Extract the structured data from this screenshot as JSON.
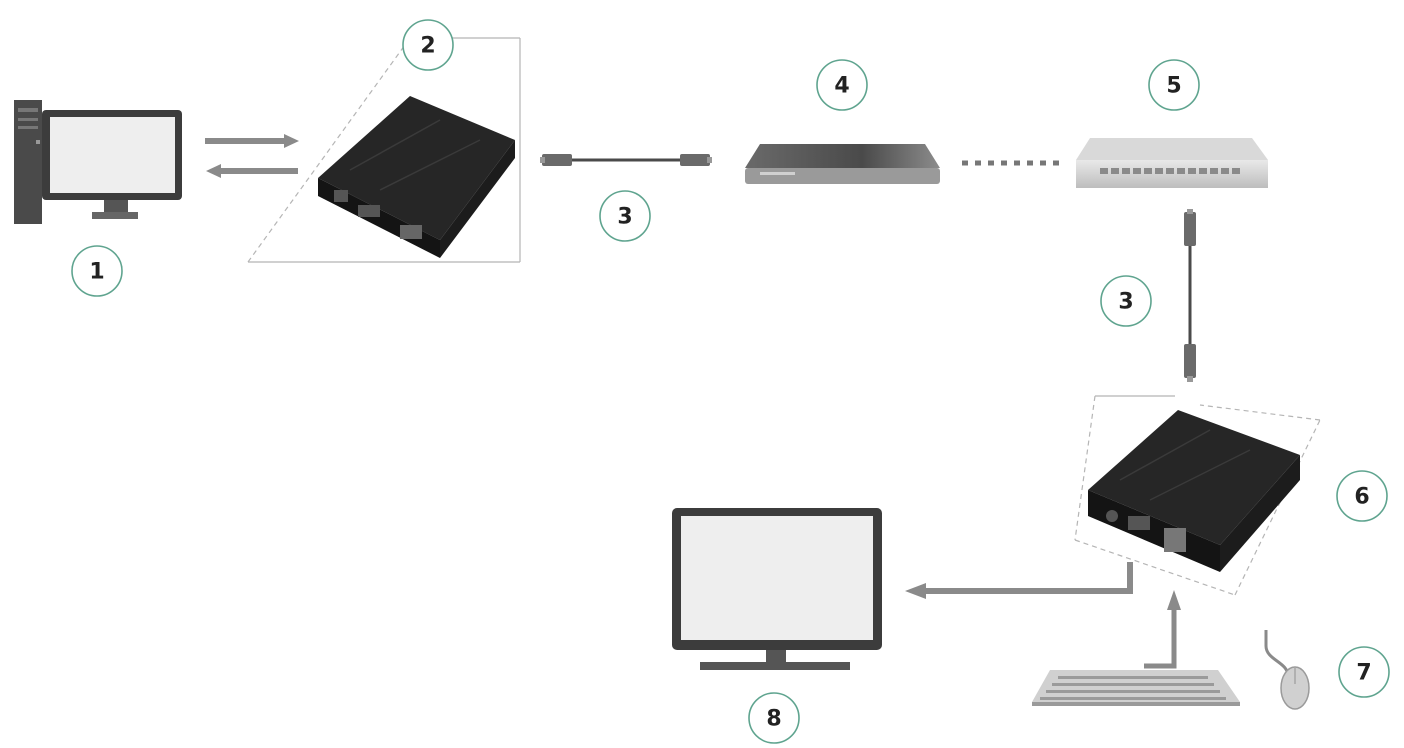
{
  "callouts": {
    "c1": "1",
    "c2": "2",
    "c3a": "3",
    "c3b": "3",
    "c4": "4",
    "c5": "5",
    "c6": "6",
    "c7": "7",
    "c8": "8"
  },
  "colors": {
    "callout_ring": "#5fa48f",
    "device_body": "#1c1c1c",
    "arrow": "#8a8a8a",
    "screen": "#eeeeee",
    "frame": "#b5b5b5"
  },
  "icons": [
    "desktop-pc-icon",
    "kvm-transmitter-icon",
    "network-cable-icon",
    "router-icon",
    "network-switch-icon",
    "kvm-receiver-icon",
    "monitor-icon",
    "keyboard-icon",
    "mouse-icon"
  ]
}
